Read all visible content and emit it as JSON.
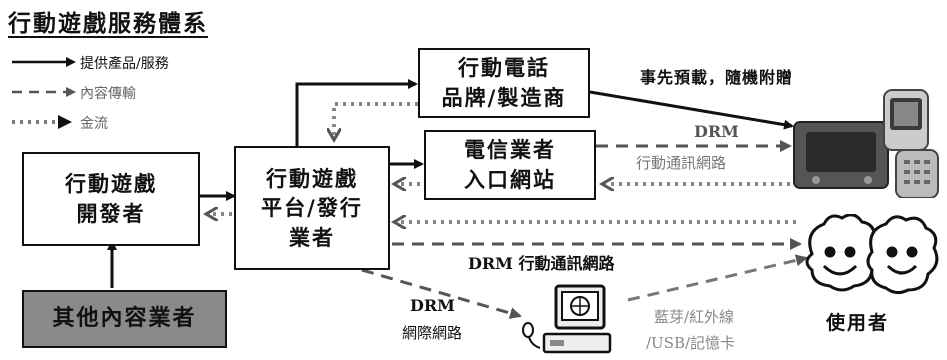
{
  "title": "行動遊戲服務體系",
  "legend": [
    {
      "label": "提供產品/服務",
      "style": "solid"
    },
    {
      "label": "內容傳輸",
      "style": "dashed"
    },
    {
      "label": "金流",
      "style": "dotted"
    }
  ],
  "nodes": {
    "developer": [
      "行動遊戲",
      "開發者"
    ],
    "other_content": "其他內容業者",
    "platform": [
      "行動遊戲",
      "平台/發行",
      "業者"
    ],
    "phone_maker": [
      "行動電話",
      "品牌/製造商"
    ],
    "telecom_portal": [
      "電信業者",
      "入口網站"
    ],
    "users": "使用者"
  },
  "edge_labels": {
    "preinstall": "事先預載，隨機附贈",
    "drm_top": "DRM",
    "mobile_net_top": "行動通訊網路",
    "drm_mobile_net": "DRM 行動通訊網路",
    "drm_internet_1": "DRM",
    "drm_internet_2": "網際網路",
    "bluetooth_1": "藍芽/紅外線",
    "bluetooth_2": "/USB/記憶卡"
  },
  "colors": {
    "solid": "#111111",
    "dashed": "#555555",
    "dotted": "#777777",
    "gray_box": "#8a8a8a"
  }
}
